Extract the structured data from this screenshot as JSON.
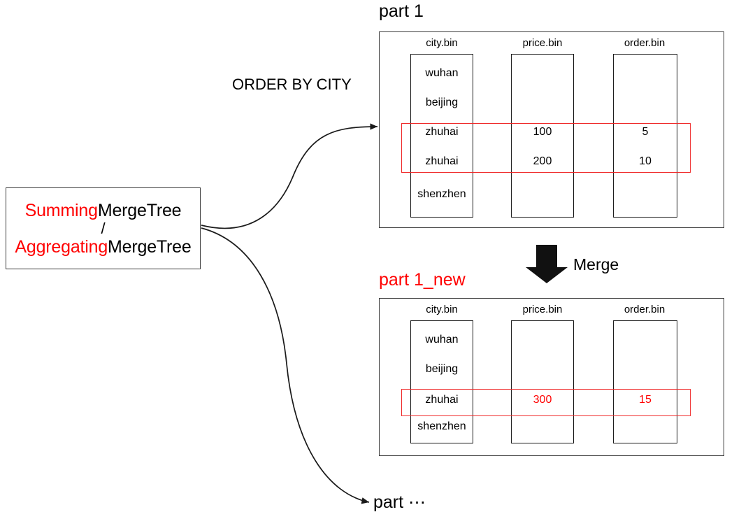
{
  "source_node": {
    "line1_red": "Summing",
    "line1_black": "MergeTree",
    "separator": "/",
    "line2_red": "Aggregating",
    "line2_black": "MergeTree"
  },
  "edges": {
    "order_by_label": "ORDER BY CITY",
    "merge_label": "Merge",
    "tail_label": "part ⋯"
  },
  "colors": {
    "accent_red": "#ff0000",
    "highlight_red": "#ef2a2a",
    "outline": "#3b3b3b"
  },
  "parts": [
    {
      "title": "part 1",
      "title_color": "#000000",
      "columns": [
        {
          "header": "city.bin",
          "cells": [
            "wuhan",
            "beijing",
            "zhuhai",
            "zhuhai",
            "shenzhen"
          ],
          "cell_colors": [
            "#000000",
            "#000000",
            "#000000",
            "#000000",
            "#000000"
          ]
        },
        {
          "header": "price.bin",
          "cells": [
            "",
            "",
            "100",
            "200",
            ""
          ],
          "cell_colors": [
            "#000000",
            "#000000",
            "#000000",
            "#000000",
            "#000000"
          ]
        },
        {
          "header": "order.bin",
          "cells": [
            "",
            "",
            "5",
            "10",
            ""
          ],
          "cell_colors": [
            "#000000",
            "#000000",
            "#000000",
            "#000000",
            "#000000"
          ]
        }
      ],
      "highlight_rows": [
        2,
        3
      ]
    },
    {
      "title": "part 1_new",
      "title_color": "#ff0000",
      "columns": [
        {
          "header": "city.bin",
          "cells": [
            "wuhan",
            "beijing",
            "zhuhai",
            "shenzhen"
          ],
          "cell_colors": [
            "#000000",
            "#000000",
            "#000000",
            "#000000"
          ]
        },
        {
          "header": "price.bin",
          "cells": [
            "",
            "",
            "300",
            ""
          ],
          "cell_colors": [
            "#000000",
            "#000000",
            "#ff0000",
            "#000000"
          ]
        },
        {
          "header": "order.bin",
          "cells": [
            "",
            "",
            "15",
            ""
          ],
          "cell_colors": [
            "#000000",
            "#000000",
            "#ff0000",
            "#000000"
          ]
        }
      ],
      "highlight_rows": [
        2
      ]
    }
  ]
}
